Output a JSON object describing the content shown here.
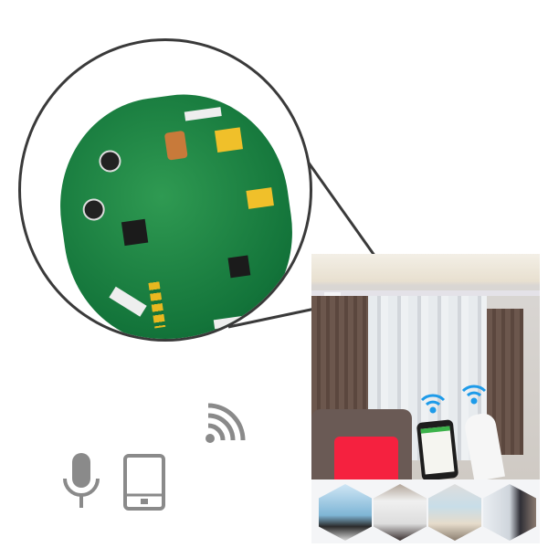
{
  "colors": {
    "accent_red": "#f5213f",
    "wifi_blue": "#1e9be9",
    "icon_gray": "#8a8a8a",
    "pcb_green": "#1a7f40"
  },
  "icons": [
    "wifi-icon",
    "microphone-icon",
    "tablet-icon"
  ],
  "images": [
    "circuit-board",
    "living-room-curtains",
    "smartphone-app",
    "curtain-remote",
    "room-thumbnails"
  ]
}
